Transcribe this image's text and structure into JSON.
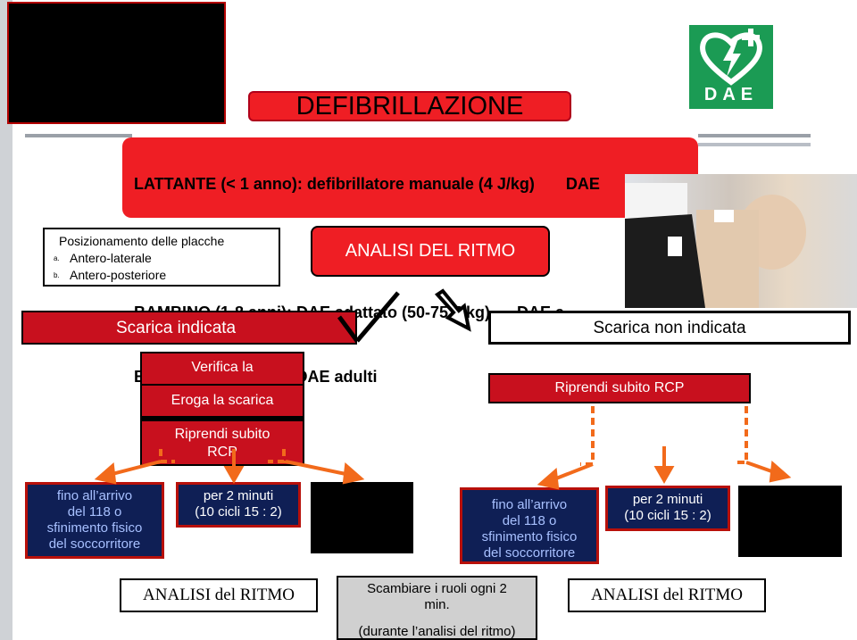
{
  "title": "DEFIBRILLAZIONE",
  "age_lines": [
    "LATTANTE (< 1 anno): defibrillatore manuale (4 J/kg)       DAE",
    "adattato",
    "BAMBINO (1-8 anni): DAE adattato (50-75 J/kg)      DAE a",
    "BAMBINO (> 8 anni): DAE adulti"
  ],
  "logo_text": "DAE",
  "placche": {
    "heading": "Posizionamento delle placche",
    "items": [
      {
        "marker": "a.",
        "label": "Antero-laterale"
      },
      {
        "marker": "b.",
        "label": "Antero-posteriore"
      }
    ]
  },
  "analisi_ritmo": "ANALISI DEL RITMO",
  "scarica_indicata": "Scarica indicata",
  "scarica_non_indicata": "Scarica non indicata",
  "left_steps": {
    "verifica": "Verifica la",
    "eroga": "Eroga la scarica",
    "riprendi": "Riprendi subito",
    "riprendi_tail": "RCP"
  },
  "riprendi_right": "Riprendi subito RCP",
  "fino_lines": [
    "fino all’arrivo",
    "del 118 o",
    "sfinimento fisico",
    "del soccorritore"
  ],
  "minuti_lines": [
    "per 2 minuti",
    "(10 cicli 15 : 2)"
  ],
  "analisi_bottom": "ANALISI del RITMO",
  "scambiare_lines": [
    "Scambiare i ruoli ogni 2",
    "min.",
    "(durante l’analisi del ritmo)"
  ],
  "colors": {
    "red": "#ef1e24",
    "dark_red": "#c8101e",
    "navy": "#0f1f55",
    "arrow_orange": "#f26a1b",
    "logo_green": "#1b9b54"
  }
}
